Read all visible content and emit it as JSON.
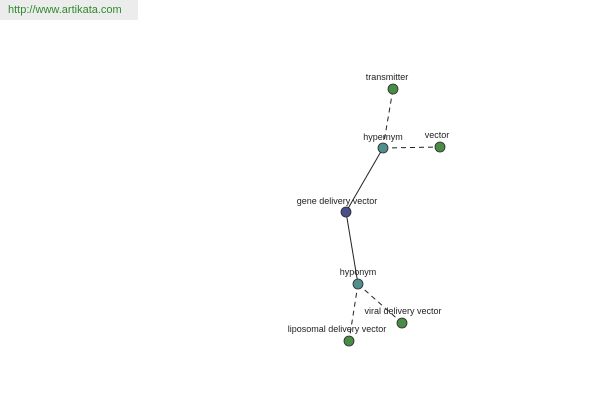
{
  "source": {
    "url_text": "http://www.artikata.com"
  },
  "colors": {
    "center_node": "#4a4e8c",
    "relation_node": "#4f8f8c",
    "word_node": "#4a8c45",
    "edge": "#222222",
    "banner_bg": "#ececec",
    "banner_text": "#2e8b2e"
  },
  "graph": {
    "nodes": [
      {
        "id": "gene-delivery-vector",
        "label": "gene delivery vector",
        "kind": "center"
      },
      {
        "id": "hypernym",
        "label": "hypernym",
        "kind": "relation"
      },
      {
        "id": "hyponym",
        "label": "hyponym",
        "kind": "relation"
      },
      {
        "id": "transmitter",
        "label": "transmitter",
        "kind": "word"
      },
      {
        "id": "vector",
        "label": "vector",
        "kind": "word"
      },
      {
        "id": "viral-delivery-vector",
        "label": "viral delivery vector",
        "kind": "word"
      },
      {
        "id": "liposomal-delivery-vector",
        "label": "liposomal delivery vector",
        "kind": "word"
      }
    ],
    "edges": [
      {
        "from": "gene-delivery-vector",
        "to": "hypernym",
        "style": "solid"
      },
      {
        "from": "gene-delivery-vector",
        "to": "hyponym",
        "style": "solid"
      },
      {
        "from": "hypernym",
        "to": "transmitter",
        "style": "dashed"
      },
      {
        "from": "hypernym",
        "to": "vector",
        "style": "dashed"
      },
      {
        "from": "hyponym",
        "to": "viral-delivery-vector",
        "style": "dashed"
      },
      {
        "from": "hyponym",
        "to": "liposomal-delivery-vector",
        "style": "dashed"
      }
    ]
  }
}
